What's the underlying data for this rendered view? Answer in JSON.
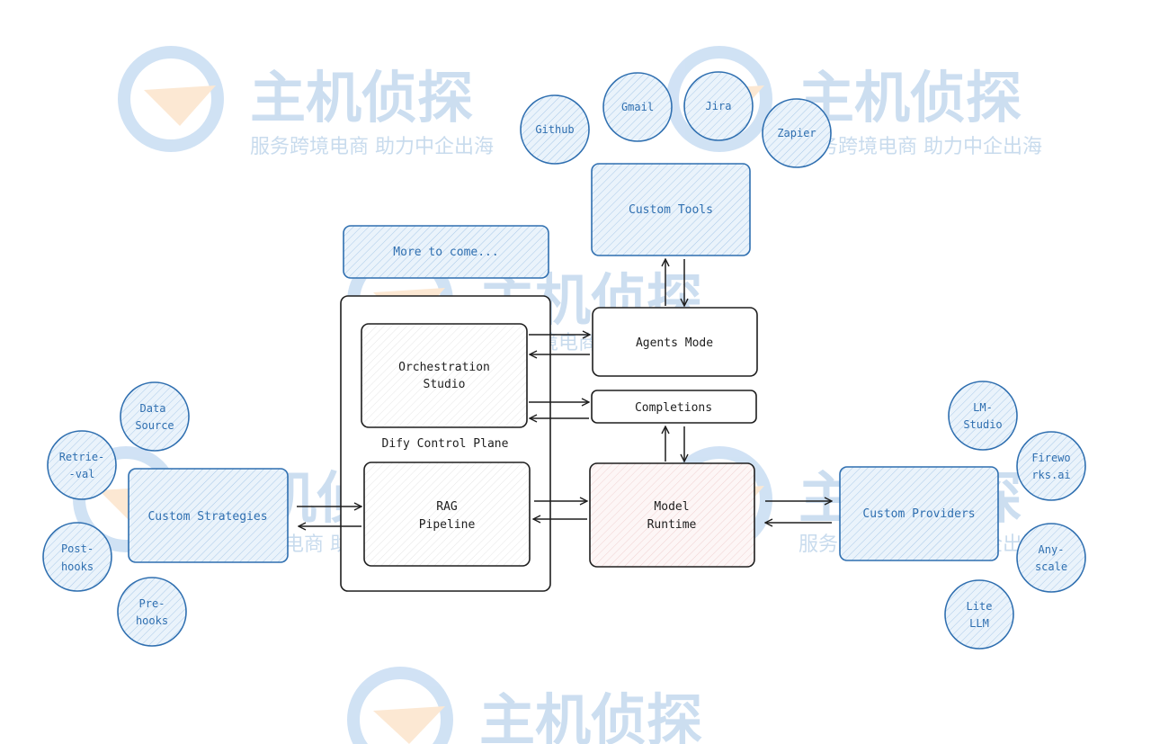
{
  "watermark": {
    "title": "主机侦探",
    "subtitle": "服务跨境电商 助力中企出海"
  },
  "tools": {
    "github": "Github",
    "gmail": "Gmail",
    "jira": "Jira",
    "zapier": "Zapier",
    "custom_tools": "Custom Tools"
  },
  "core": {
    "more_to_come": "More to come...",
    "control_plane": "Dify Control Plane",
    "orchestration_line1": "Orchestration",
    "orchestration_line2": "Studio",
    "rag_line1": "RAG",
    "rag_line2": "Pipeline",
    "agents_mode": "Agents Mode",
    "completions": "Completions",
    "model_line1": "Model",
    "model_line2": "Runtime"
  },
  "strategies": {
    "title": "Custom Strategies",
    "data_source_line1": "Data",
    "data_source_line2": "Source",
    "retrieval_line1": "Retrie-",
    "retrieval_line2": "-val",
    "post_hooks_line1": "Post-",
    "post_hooks_line2": "hooks",
    "pre_hooks_line1": "Pre-",
    "pre_hooks_line2": "hooks"
  },
  "providers": {
    "title": "Custom Providers",
    "lm_studio_line1": "LM-",
    "lm_studio_line2": "Studio",
    "fireworks_line1": "Firewo",
    "fireworks_line2": "rks.ai",
    "anyscale_line1": "Any-",
    "anyscale_line2": "scale",
    "litellm_line1": "Lite",
    "litellm_line2": "LLM"
  }
}
